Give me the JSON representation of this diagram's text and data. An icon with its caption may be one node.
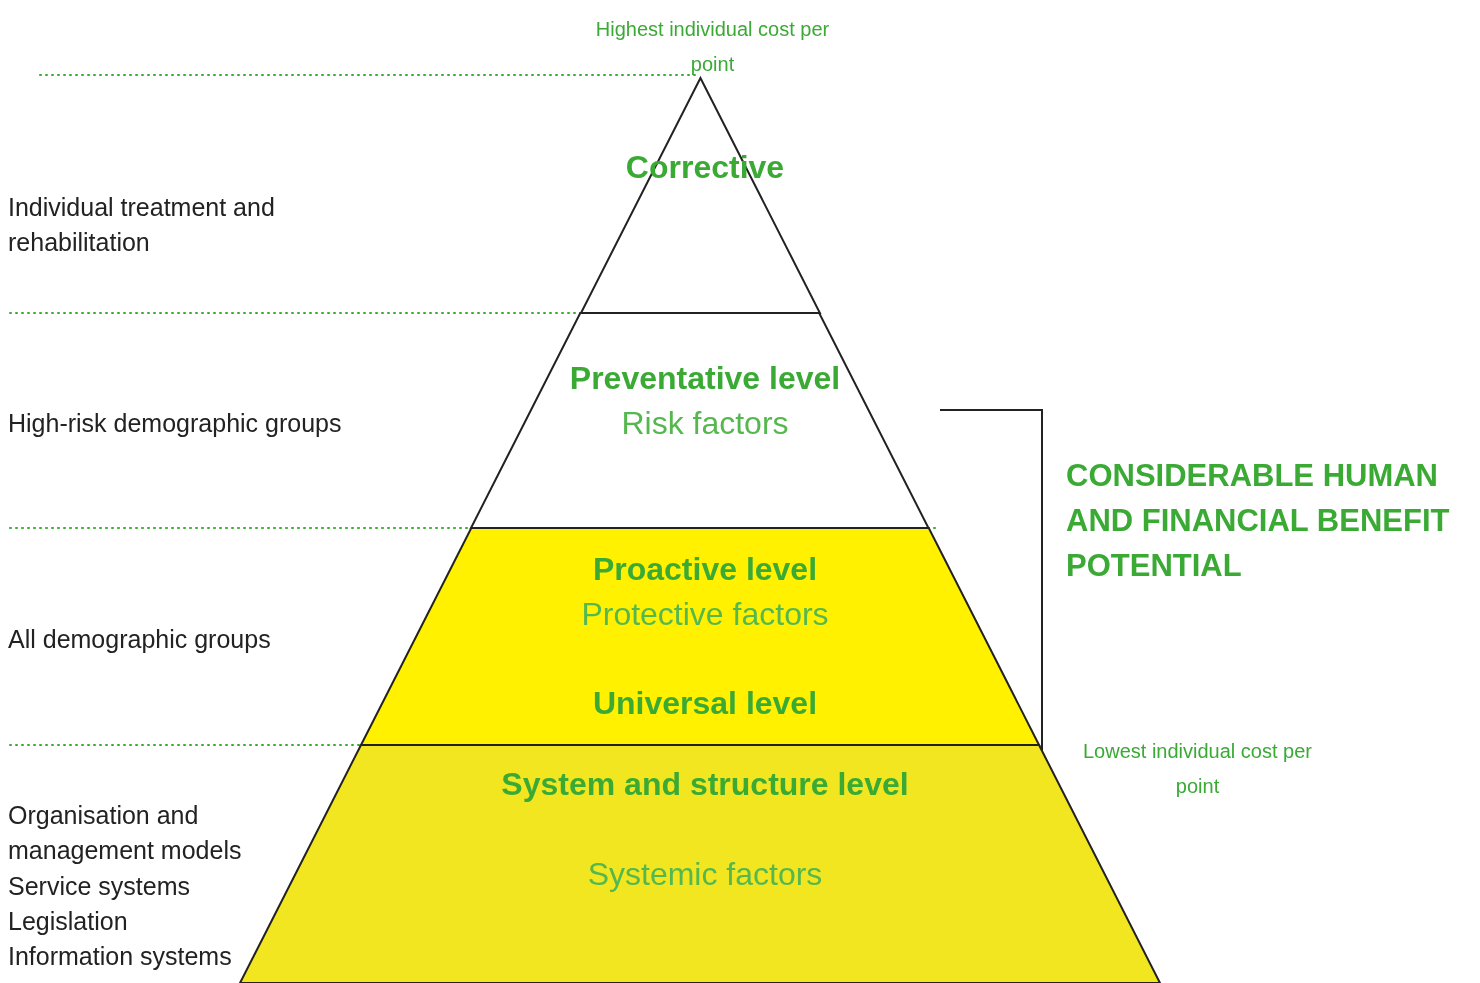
{
  "diagram": {
    "nodes": [
      {
        "text": [
          "Corrective"
        ]
      },
      {
        "text": [
          "Preventative level",
          "Risk factors"
        ]
      },
      {
        "text": [
          "Proactive level",
          "Protective factors",
          "Universal level"
        ]
      },
      {
        "text": [
          "System and structure level",
          "Systemic factors"
        ]
      }
    ],
    "labels": [
      "Highest individual cost per point",
      "Individual treatment and rehabilitation",
      "High-risk demographic groups",
      "CONSIDERABLE HUMAN AND FINANCIAL BENEFIT POTENTIAL",
      "All demographic groups",
      "Lowest individual cost per point",
      "Organisation and management models",
      "Service systems",
      "Legislation",
      "Information systems"
    ]
  }
}
